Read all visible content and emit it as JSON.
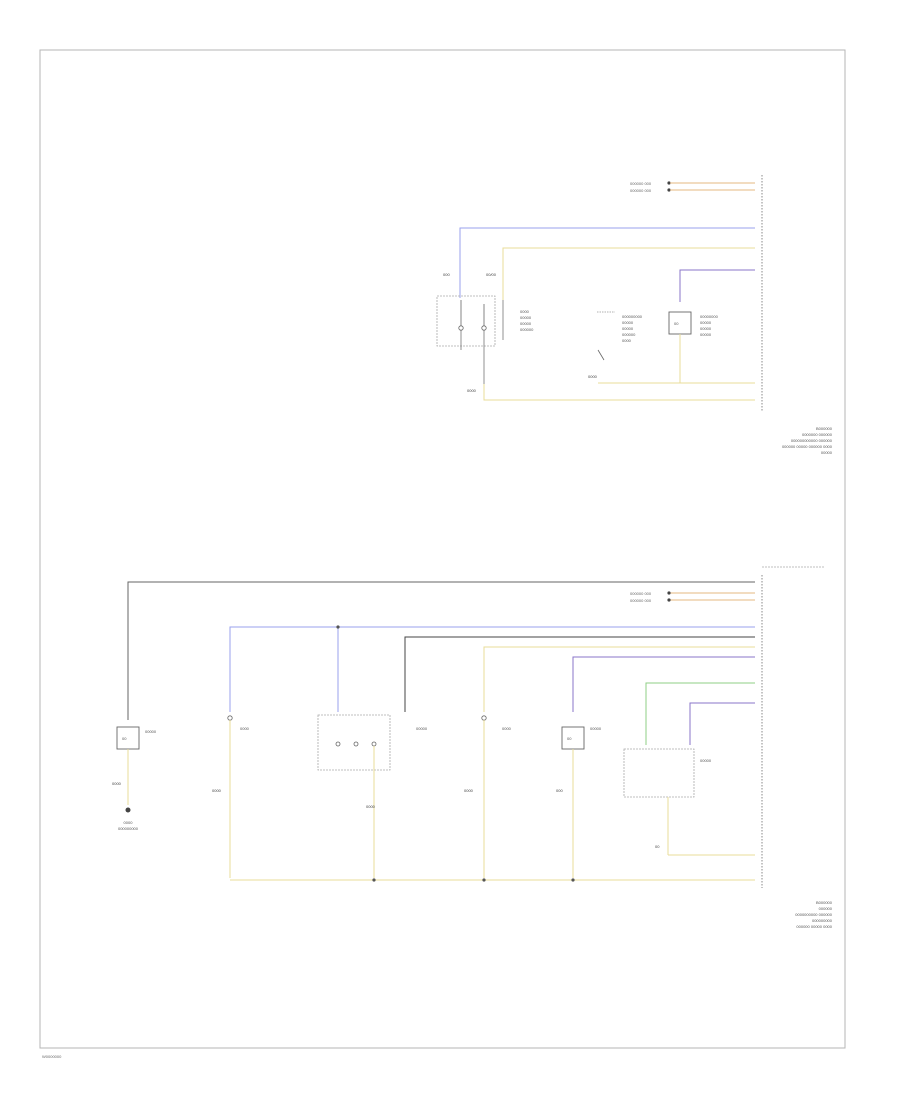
{
  "footer": {
    "code": "W0000000"
  },
  "top": {
    "connector_label": [
      "B000000",
      "0000000 000000",
      "000000000000 000000",
      "000000 00000 000000 0000",
      "00000"
    ],
    "codes": [
      "000",
      "00/00",
      "00000",
      "000",
      "00000",
      "0000",
      "0000"
    ],
    "switch_left": [
      "0000",
      "00000",
      "00000",
      "000000"
    ],
    "lamp_right": [
      "00000000",
      "00000",
      "00000",
      "00000"
    ]
  },
  "bottom": {
    "connector_label": [
      "B000000",
      "000000",
      "0000000000 000000",
      "000000000",
      "000000 00000 0000"
    ],
    "codes": [
      "0000",
      "0000",
      "0000",
      "0000",
      "000",
      "00"
    ],
    "components": [
      "00000",
      "0000",
      "00000",
      "0000",
      "00000",
      "00000"
    ]
  }
}
